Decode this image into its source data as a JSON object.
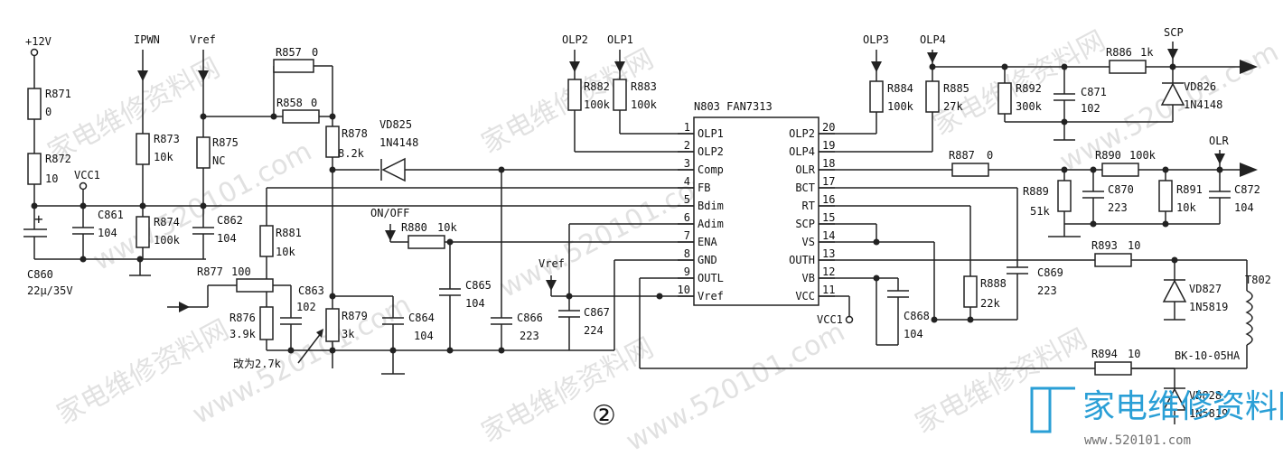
{
  "colors": {
    "line": "#222222",
    "watermark": "#c9c9c9",
    "logo": "#2a9fd6",
    "logo_url": "#6f6f6f"
  },
  "figure_number": "②",
  "ic": {
    "title": "N803 FAN7313",
    "left_pins": [
      {
        "num": "1",
        "name": "OLP1"
      },
      {
        "num": "2",
        "name": "OLP2"
      },
      {
        "num": "3",
        "name": "Comp"
      },
      {
        "num": "4",
        "name": "FB"
      },
      {
        "num": "5",
        "name": "Bdim"
      },
      {
        "num": "6",
        "name": "Adim"
      },
      {
        "num": "7",
        "name": "ENA"
      },
      {
        "num": "8",
        "name": "GND"
      },
      {
        "num": "9",
        "name": "OUTL"
      },
      {
        "num": "10",
        "name": "Vref"
      }
    ],
    "right_pins": [
      {
        "num": "20",
        "name": "OLP2"
      },
      {
        "num": "19",
        "name": "OLP4"
      },
      {
        "num": "18",
        "name": "OLR"
      },
      {
        "num": "17",
        "name": "BCT"
      },
      {
        "num": "16",
        "name": "RT"
      },
      {
        "num": "15",
        "name": "SCP"
      },
      {
        "num": "14",
        "name": "VS"
      },
      {
        "num": "13",
        "name": "OUTH"
      },
      {
        "num": "12",
        "name": "VB"
      },
      {
        "num": "11",
        "name": "VCC"
      }
    ]
  },
  "nets": {
    "v12": "+12V",
    "ipwn": "IPWN",
    "vref1": "Vref",
    "vcc1a": "VCC1",
    "onoff": "ON/OFF",
    "vref2": "Vref",
    "olp2": "OLP2",
    "olp1": "OLP1",
    "olp3": "OLP3",
    "olp4": "OLP4",
    "scp": "SCP",
    "olr": "OLR",
    "vcc1b": "VCC1",
    "t802": "T802",
    "bk": "BK-10-05HA"
  },
  "parts": {
    "r871": {
      "ref": "R871",
      "val": "0"
    },
    "r872": {
      "ref": "R872",
      "val": "10"
    },
    "c861": {
      "ref": "C861",
      "val": "104"
    },
    "c860": {
      "ref": "C860",
      "val": "22μ/35V"
    },
    "r873": {
      "ref": "R873",
      "val": "10k"
    },
    "r874": {
      "ref": "R874",
      "val": "100k"
    },
    "r875": {
      "ref": "R875",
      "val": "NC"
    },
    "c862": {
      "ref": "C862",
      "val": "104"
    },
    "r857": {
      "ref": "R857",
      "val": "0"
    },
    "r858": {
      "ref": "R858",
      "val": "0"
    },
    "r878": {
      "ref": "R878",
      "val": "8.2k"
    },
    "vd825": {
      "ref": "VD825",
      "val": "1N4148"
    },
    "r881": {
      "ref": "R881",
      "val": "10k"
    },
    "r877": {
      "ref": "R877",
      "val": "100"
    },
    "c863": {
      "ref": "C863",
      "val": "102"
    },
    "r876": {
      "ref": "R876",
      "val": "3.9k"
    },
    "r879": {
      "ref": "R879",
      "val": "3k"
    },
    "change_note": "改为2.7k",
    "r880": {
      "ref": "R880",
      "val": "10k"
    },
    "c865": {
      "ref": "C865",
      "val": "104"
    },
    "c864": {
      "ref": "C864",
      "val": "104"
    },
    "c866": {
      "ref": "C866",
      "val": "223"
    },
    "c867": {
      "ref": "C867",
      "val": "224"
    },
    "r882": {
      "ref": "R882",
      "val": "100k"
    },
    "r883": {
      "ref": "R883",
      "val": "100k"
    },
    "r884": {
      "ref": "R884",
      "val": "100k"
    },
    "r885": {
      "ref": "R885",
      "val": "27k"
    },
    "r892": {
      "ref": "R892",
      "val": "300k"
    },
    "c871": {
      "ref": "C871",
      "val": "102"
    },
    "r886": {
      "ref": "R886",
      "val": "1k"
    },
    "vd826": {
      "ref": "VD826",
      "val": "1N4148"
    },
    "r887": {
      "ref": "R887",
      "val": "0"
    },
    "r890": {
      "ref": "R890",
      "val": "100k"
    },
    "r889": {
      "ref": "R889",
      "val": "51k"
    },
    "c870": {
      "ref": "C870",
      "val": "223"
    },
    "r891": {
      "ref": "R891",
      "val": "10k"
    },
    "c872": {
      "ref": "C872",
      "val": "104"
    },
    "r888": {
      "ref": "R888",
      "val": "22k"
    },
    "c869": {
      "ref": "C869",
      "val": "223"
    },
    "c868": {
      "ref": "C868",
      "val": "104"
    },
    "r893": {
      "ref": "R893",
      "val": "10"
    },
    "vd827": {
      "ref": "VD827",
      "val": "1N5819"
    },
    "r894": {
      "ref": "R894",
      "val": "10"
    },
    "vd828": {
      "ref": "VD828",
      "val": "1N5819"
    }
  },
  "watermark": {
    "text": "家电维修资料网",
    "url": "www.520101.com"
  },
  "logo": {
    "text": "家电维修资料网",
    "url": "www.520101.com"
  }
}
